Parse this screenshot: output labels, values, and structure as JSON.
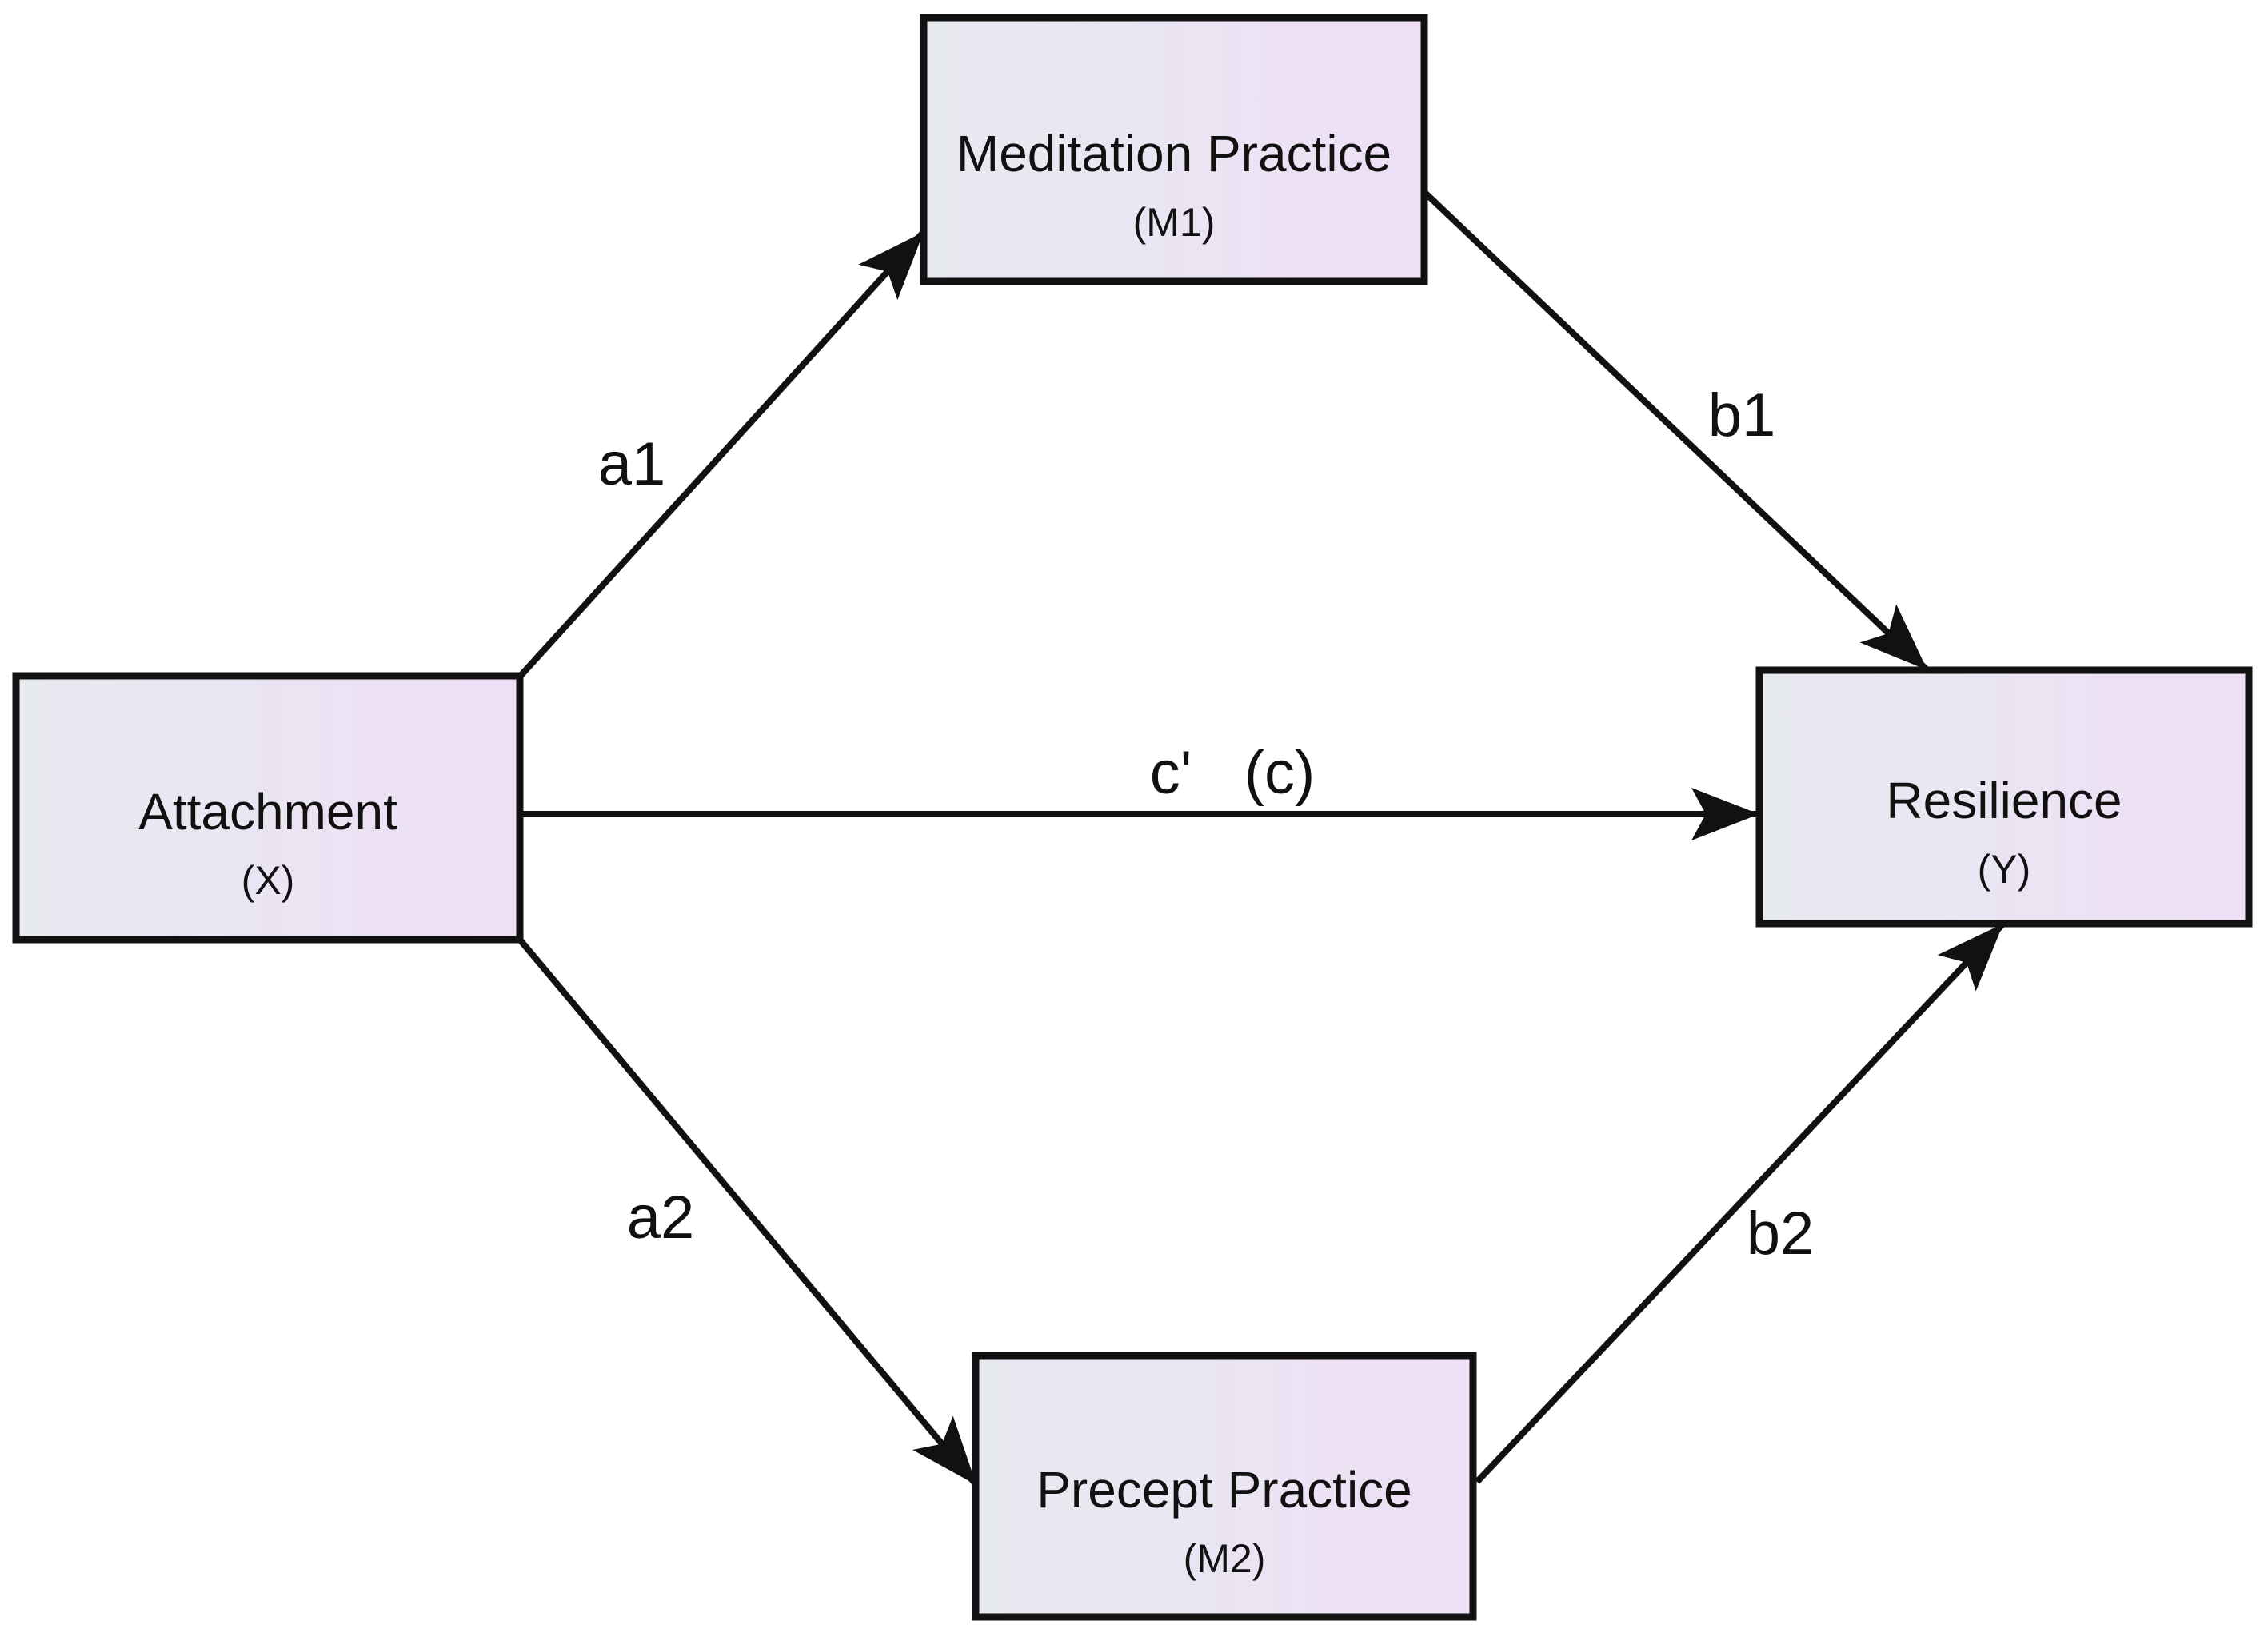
{
  "diagram": {
    "type": "parallel-mediation-model",
    "background": "#ffffff",
    "colors": {
      "box_fill_left": "#e7eaef",
      "box_fill_right": "#eedff6",
      "box_border": "#111111",
      "arrow": "#111111",
      "text": "#111111"
    },
    "nodes": {
      "x": {
        "label": "Attachment",
        "sublabel": "(X)"
      },
      "m1": {
        "label": "Meditation Practice",
        "sublabel": "(M1)"
      },
      "m2": {
        "label": "Precept Practice",
        "sublabel": "(M2)"
      },
      "y": {
        "label": "Resilience",
        "sublabel": "(Y)"
      }
    },
    "edges": {
      "a1": {
        "label": "a1",
        "from": "x",
        "to": "m1"
      },
      "a2": {
        "label": "a2",
        "from": "x",
        "to": "m2"
      },
      "b1": {
        "label": "b1",
        "from": "m1",
        "to": "y"
      },
      "b2": {
        "label": "b2",
        "from": "m2",
        "to": "y"
      },
      "c": {
        "label_direct": "c'",
        "label_total": "(c)",
        "from": "x",
        "to": "y"
      }
    }
  }
}
